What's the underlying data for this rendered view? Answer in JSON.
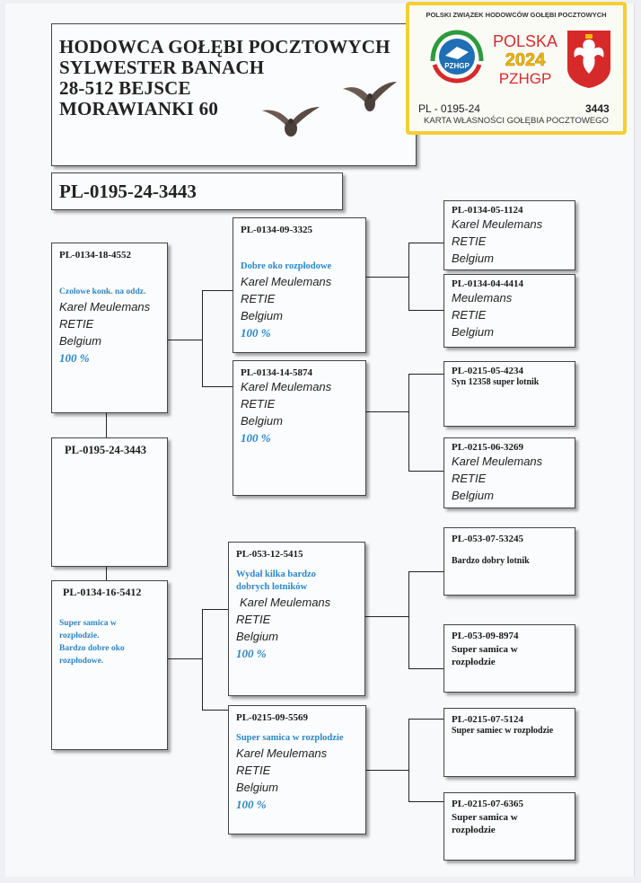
{
  "header": {
    "line1": "HODOWCA GOŁĘBI POCZTOWYCH",
    "line2": "SYLWESTER BANACH",
    "line3": "28-512 BEJSCE",
    "line4": "MORAWIANKI 60"
  },
  "title_ring": "PL-0195-24-3443",
  "card": {
    "org": "POLSKI ZWIĄZEK HODOWCÓW GOŁĘBI POCZTOWYCH",
    "country": "POLSKA",
    "year": "2024",
    "acronym": "PZHGP",
    "logo_text": "PZHGP",
    "ring": "PL - 0195-24",
    "number": "3443",
    "caption": "KARTA  WŁASNOŚCI GOŁĘBIA POCZTOWEGO",
    "colors": {
      "yellow": "#f6ce33",
      "red": "#d62a2a",
      "blue": "#1f6fb5",
      "green": "#2e9a3e"
    }
  },
  "subject": {
    "ring": "PL-0195-24-3443"
  },
  "sire": {
    "ring": "PL-0134-18-4552",
    "note": "Czolowe konk. na oddz.",
    "breeder": "Karel Meulemans",
    "place": "RETIE",
    "country": "Belgium",
    "percent": "100 %"
  },
  "dam": {
    "ring": "PL-0134-16-5412",
    "note1": "Super samica w",
    "note2": "rozpłodzie.",
    "note3": "Bardzo dobre oko",
    "note4": "rozpłodowe."
  },
  "ss": {
    "ring": "PL-0134-09-3325",
    "note": "Dobre oko rozpłodowe",
    "breeder": "Karel Meulemans",
    "place": "RETIE",
    "country": "Belgium",
    "percent": "100 %"
  },
  "sd": {
    "ring": "PL-0134-14-5874",
    "breeder": "Karel Meulemans",
    "place": "RETIE",
    "country": "Belgium",
    "percent": "100 %"
  },
  "ds": {
    "ring": "PL-053-12-5415",
    "note1": "Wydał kilka bardzo",
    "note2": "dobrych lotników",
    "breeder": "Karel Meulemans",
    "place": "RETIE",
    "country": "Belgium",
    "percent": "100 %"
  },
  "dd": {
    "ring": "PL-0215-09-5569",
    "note": "Super samica w rozplodzie",
    "breeder": "Karel Meulemans",
    "place": "RETIE",
    "country": "Belgium",
    "percent": "100 %"
  },
  "sss": {
    "ring": "PL-0134-05-1124",
    "breeder": "Karel Meulemans",
    "place": "RETIE",
    "country": "Belgium"
  },
  "ssd": {
    "ring": "PL-0134-04-4414",
    "breeder": "Meulemans",
    "place": "RETIE",
    "country": "Belgium"
  },
  "sds": {
    "ring": "PL-0215-05-4234",
    "note": "Syn 12358 super lotnik"
  },
  "sdd": {
    "ring": "PL-0215-06-3269",
    "breeder": "Karel Meulemans",
    "place": "RETIE",
    "country": "Belgium"
  },
  "dss": {
    "ring": "PL-053-07-53245",
    "note": "Bardzo dobry lotnik"
  },
  "dsd": {
    "ring": "PL-053-09-8974",
    "note1": "Super samica w",
    "note2": "rozpłodzie"
  },
  "dds": {
    "ring": "PL-0215-07-5124",
    "note": "Super samiec w rozpłodzie"
  },
  "ddd": {
    "ring": "PL-0215-07-6365",
    "note1": "Super samica w",
    "note2": "rozpłodzie"
  }
}
